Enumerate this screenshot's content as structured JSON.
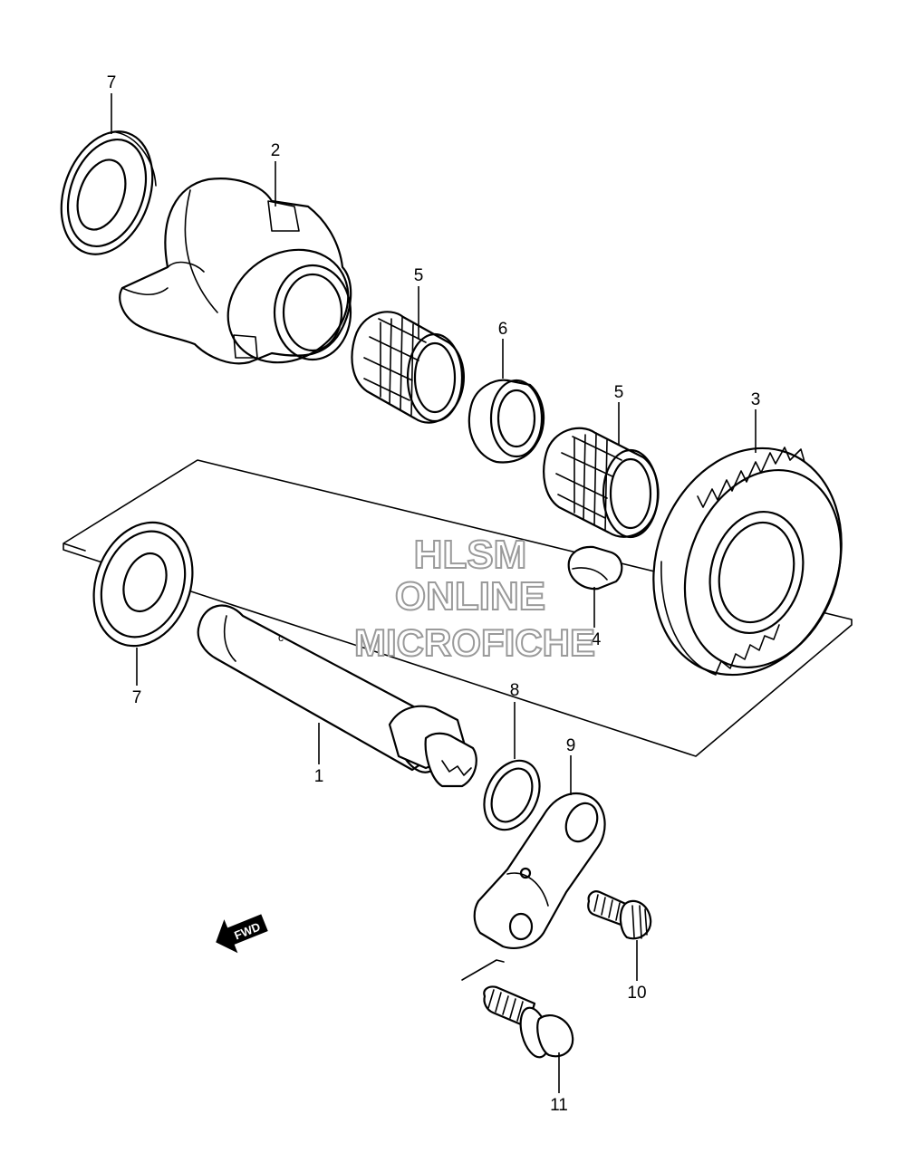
{
  "diagram": {
    "callouts": [
      {
        "id": "c7a",
        "label": "7"
      },
      {
        "id": "c2",
        "label": "2"
      },
      {
        "id": "c5a",
        "label": "5"
      },
      {
        "id": "c6",
        "label": "6"
      },
      {
        "id": "c5b",
        "label": "5"
      },
      {
        "id": "c3",
        "label": "3"
      },
      {
        "id": "c7b",
        "label": "7"
      },
      {
        "id": "c4",
        "label": "4"
      },
      {
        "id": "c1",
        "label": "1"
      },
      {
        "id": "c8",
        "label": "8"
      },
      {
        "id": "c9",
        "label": "9"
      },
      {
        "id": "c10",
        "label": "10"
      },
      {
        "id": "c11",
        "label": "11"
      }
    ],
    "direction_marker": "FWD"
  },
  "watermark": {
    "line1": "HLSM",
    "line2": "ONLINE",
    "line3": "MICROFICHE"
  }
}
